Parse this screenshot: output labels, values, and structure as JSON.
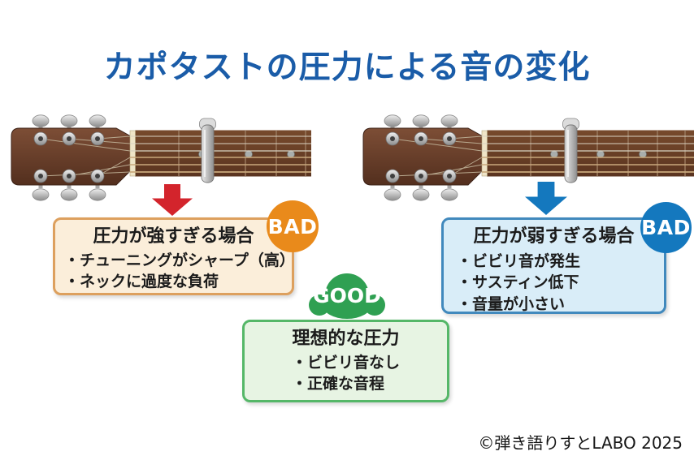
{
  "title": "カポタストの圧力による音の変化",
  "credit": "©弾き語りすとLABO 2025",
  "panels": {
    "too_strong": {
      "badge": "BAD",
      "heading": "圧力が強すぎる場合",
      "bullets": [
        "・チューニングがシャープ（高）",
        "・ネックに過度な負荷"
      ]
    },
    "too_weak": {
      "badge": "BAD",
      "heading": "圧力が弱すぎる場合",
      "bullets": [
        "・ビビリ音が発生",
        "・サスティン低下",
        "・音量が小さい"
      ]
    },
    "ideal": {
      "badge": "GOOD",
      "heading": "理想的な圧力",
      "bullets": [
        "・ビビリ音なし",
        "・正確な音程"
      ]
    }
  },
  "colors": {
    "title_text": "#1A5CA8",
    "arrow_strong": "#D3242C",
    "arrow_weak": "#1478BE",
    "badge_bad_strong": "#E98A1B",
    "badge_bad_weak": "#1478BE",
    "badge_good": "#2FA052",
    "box_strong_fill": "#FBEEDA",
    "box_strong_border": "#DDA05E",
    "box_weak_fill": "#D9EDF8",
    "box_weak_border": "#4189BD",
    "box_ideal_fill": "#E7F4E3",
    "box_ideal_border": "#55B768"
  }
}
